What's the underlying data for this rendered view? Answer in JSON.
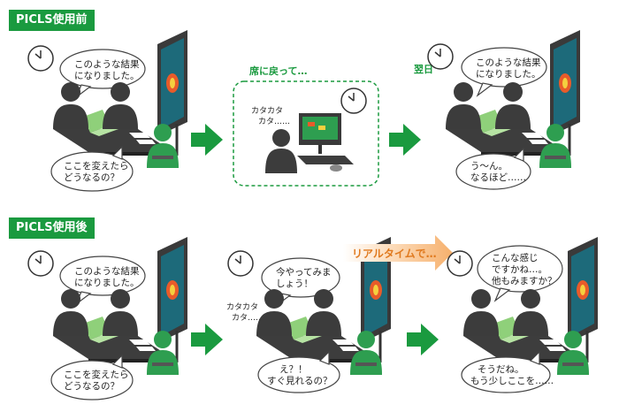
{
  "sections": {
    "before_label": "PICLS使用前",
    "after_label": "PICLS使用後"
  },
  "before": {
    "scene1": {
      "bubble_top_1": "このような結果",
      "bubble_top_2": "になりました。",
      "bubble_bottom_1": "ここを変えたら",
      "bubble_bottom_2": "どうなるの？"
    },
    "scene2": {
      "title": "席に戻って…",
      "typing_1": "カタカタ",
      "typing_2": "カタ……"
    },
    "scene3": {
      "title": "翌日",
      "bubble_top_1": "このような結果",
      "bubble_top_2": "になりました。",
      "bubble_bottom_1": "う～ん。",
      "bubble_bottom_2": "なるほど……"
    }
  },
  "after": {
    "scene1": {
      "bubble_top_1": "このような結果",
      "bubble_top_2": "になりました。",
      "bubble_bottom_1": "ここを変えたら",
      "bubble_bottom_2": "どうなるの？"
    },
    "scene2": {
      "bubble_top_1": "今やってみま",
      "bubble_top_2": "しょう！",
      "typing_1": "カタカタ",
      "typing_2": "カタ……",
      "bubble_bottom_1": "え？！",
      "bubble_bottom_2": "すぐ見れるの？"
    },
    "banner": "リアルタイムで…",
    "scene3": {
      "bubble_top_1": "こんな感じ",
      "bubble_top_2": "ですかね…。",
      "bubble_top_3": "他もみますか？",
      "bubble_bottom_1": "そうだね。",
      "bubble_bottom_2": "もう少しここを……"
    }
  },
  "colors": {
    "brand_green": "#1a9a3f",
    "person_dark": "#3c3c3c",
    "person_green": "#2e9e50",
    "banner_orange": "#f2a25a"
  }
}
